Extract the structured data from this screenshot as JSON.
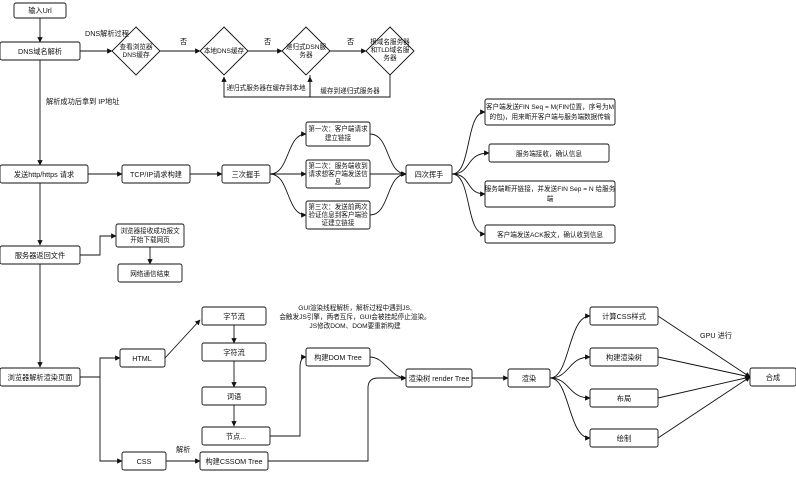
{
  "nodes": {
    "input_url": "输入Url",
    "dns_parse": "DNS域名解析",
    "check_browser_cache": [
      "查看浏览器",
      "DNS缓存"
    ],
    "local_dns_cache": [
      "本地DNS缓存"
    ],
    "recursive_dns": [
      "递归式DSN服",
      "务器"
    ],
    "root_server": [
      "根域名服务器",
      "和TLD域名服",
      "务器"
    ],
    "send_http": "发送http/https 请求",
    "tcp_ip": "TCP/IP请求构建",
    "three_way": "三次握手",
    "hs1": [
      "第一次：客户端请求",
      "建立链接"
    ],
    "hs2": [
      "第二次：服务端收到",
      "请求想客户端发送信",
      "息"
    ],
    "hs3": [
      "第三次：发送前两次",
      "验证信息到客户端验",
      "证建立链接"
    ],
    "four_way": "四次挥手",
    "fw1": [
      "客户端发送FIN Seq = M(FIN位置，序号为M",
      "的包)，用来断开客户端与服务端数据传输"
    ],
    "fw2": "服务端接收，确认信息",
    "fw3": [
      "服务端断开链接，并发送FIN Sep = N 给服务",
      "端"
    ],
    "fw4": "客户端发送ACK报文，确认收到信息",
    "server_return": "服务器返回文件",
    "browser_receive": [
      "浏览器接收成功报文",
      "开始下载网页"
    ],
    "comm_end": "网络通信结束",
    "render_page": "浏览器解析渲染页面",
    "html": "HTML",
    "css": "CSS",
    "byte_stream": "字节流",
    "char_stream": "字符流",
    "tokens": "词语",
    "dom_nodes": "节点...",
    "build_dom": "构建DOM Tree",
    "build_cssom": "构建CSSOM Tree",
    "render_tree": "渲染树 render Tree",
    "render": "渲染",
    "compute_css": "计算CSS样式",
    "build_render_tree": "构建渲染树",
    "layout": "布局",
    "paint": "绘制",
    "composite": "合成"
  },
  "labels": {
    "dns_process": "DNS解析过程",
    "no1": "否",
    "no2": "否",
    "no3": "否",
    "recursive_cache": "递归式服务器在缓存到本地",
    "cache_to_recursive": "缓存到递归式服务器",
    "resolve_success": "解析成功后拿到 IP地址",
    "parse": "解析",
    "gpu": "GPU 进行",
    "gui_note": [
      "GUI渲染线程解析，解析过程中遇到JS,",
      "会触发JS引擎，两者互斥，GUI会被挂起停止渲染。",
      "JS修改DOM、DOM要重新构建"
    ]
  }
}
